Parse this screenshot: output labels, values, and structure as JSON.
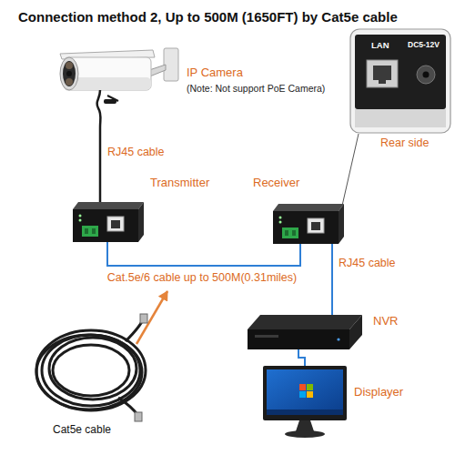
{
  "diagram": {
    "title": "Connection method 2, Up to 500M (1650FT) by Cat5e cable",
    "nodes": [
      {
        "text": [
          "IP Camera",
          "(Note: Not support PoE Camera)"
        ]
      },
      {
        "text": [
          "Transmitter"
        ]
      },
      {
        "text": [
          "Receiver"
        ]
      },
      {
        "text": [
          "NVR"
        ]
      },
      {
        "text": [
          "Displayer"
        ]
      },
      {
        "text": [
          "Cat5e cable"
        ]
      }
    ],
    "edges": [
      {
        "from": 0,
        "to": 1,
        "label": "RJ45 cable",
        "arrow": "none"
      },
      {
        "from": 1,
        "to": 2,
        "label": "Cat.5e/6 cable up to 500M(0.31miles)",
        "arrow": "none"
      },
      {
        "from": 2,
        "to": 3,
        "label": "RJ45 cable",
        "arrow": "none"
      },
      {
        "from": 3,
        "to": 4,
        "arrow": "none"
      }
    ],
    "labels": [
      "LAN",
      "DC5-12V",
      "Rear side"
    ]
  }
}
